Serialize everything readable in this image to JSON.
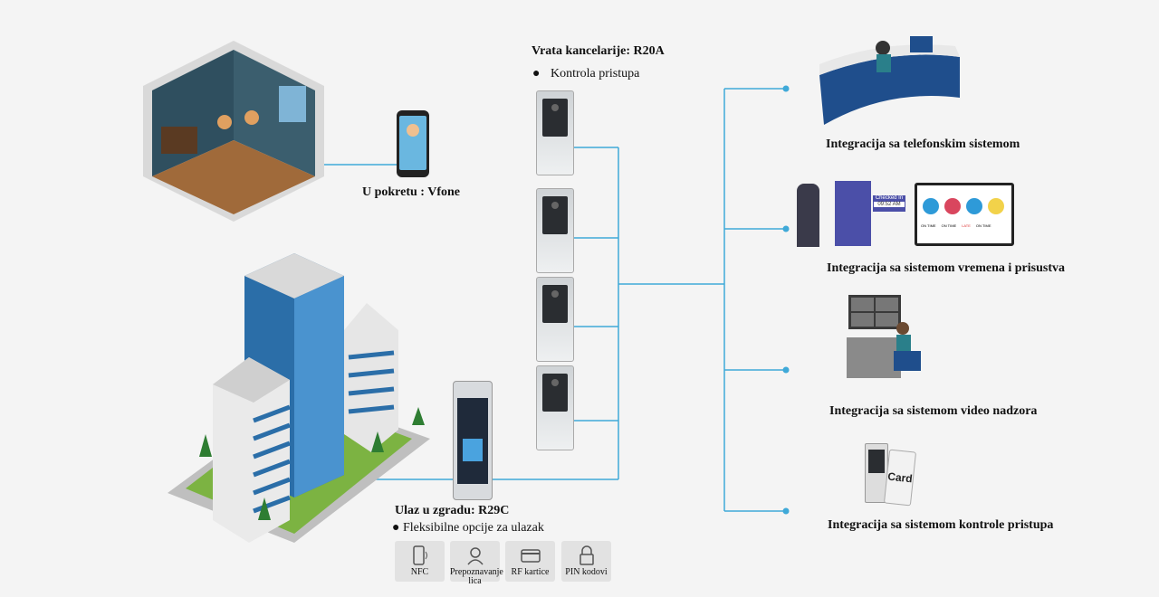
{
  "office_door": {
    "title": "Vrata kancelarije: R20A",
    "bullet": "Kontrola pristupa"
  },
  "mobile": {
    "label": "U pokretu : Vfone"
  },
  "building_entrance": {
    "title": "Ulaz u zgradu: R29C",
    "bullet": "Fleksibilne opcije za ulazak",
    "options": [
      {
        "label": "NFC",
        "icon": "nfc-phone-icon"
      },
      {
        "label": "Prepoznavanje lica",
        "icon": "face-recognition-icon"
      },
      {
        "label": "RF kartice",
        "icon": "card-icon"
      },
      {
        "label": "PIN kodovi",
        "icon": "lock-icon"
      }
    ]
  },
  "integrations": [
    {
      "label": "Integracija sa telefonskim sistemom"
    },
    {
      "label": "Integracija sa sistemom vremena i prisustva"
    },
    {
      "label": "Integracija sa sistemom video nadzora"
    },
    {
      "label": "Integracija sa sistemom kontrole pristupa"
    }
  ],
  "attendance_graphic": {
    "checked_in": "Checked In",
    "time": "09:52 AM",
    "statuses": [
      "ON TIME",
      "ON TIME",
      "LATE",
      "ON TIME"
    ]
  },
  "card_graphic": {
    "text": "Card"
  },
  "colors": {
    "line": "#3fa9d8",
    "background": "#f4f4f4"
  }
}
